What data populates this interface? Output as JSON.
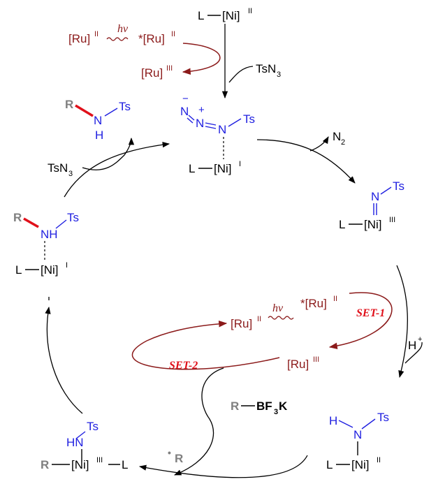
{
  "top": {
    "catalyst": "L—[Ni]II",
    "ni_label": "L",
    "ni_core": "[Ni]",
    "ni_ox": "II",
    "reagent": "TsN3",
    "reagent_main": "TsN",
    "reagent_sub": "3",
    "ru_left": "[Ru]",
    "ru_left_ox": "II",
    "hv": "hν",
    "ru_star": "*[Ru]",
    "ru_star_ox": "II",
    "ru_iii": "[Ru]",
    "ru_iii_ox": "III"
  },
  "azide_complex": {
    "n_minus": "N",
    "n_plus": "N",
    "n3": "N",
    "ts": "Ts",
    "ni_l": "L",
    "ni_core": "[Ni]",
    "ni_ox": "I"
  },
  "n2_release": {
    "label": "N",
    "sub": "2"
  },
  "imido_complex": {
    "n": "N",
    "ts": "Ts",
    "l": "L",
    "ni_core": "[Ni]",
    "ni_ox": "III"
  },
  "proton": {
    "label": "H",
    "sup": "+"
  },
  "amido_complex": {
    "h": "H",
    "n": "N",
    "ts": "Ts",
    "l": "L",
    "ni_core": "[Ni]",
    "ni_ox": "II"
  },
  "borate": {
    "r": "R",
    "bf3k_main": "BF",
    "bf3k_sub": "3",
    "bf3k_k": "K"
  },
  "radical": {
    "dot": "•",
    "r": "R"
  },
  "alkyl_complex": {
    "r": "R",
    "ni_core": "[Ni]",
    "ni_ox": "III",
    "l": "L",
    "hn": "HN",
    "ts": "Ts"
  },
  "coordinated_product": {
    "r": "R",
    "nh": "NH",
    "ts": "Ts",
    "l": "L",
    "ni_core": "[Ni]",
    "ni_ox": "I"
  },
  "left_reagent": {
    "main": "TsN",
    "sub": "3"
  },
  "product": {
    "r": "R",
    "n": "N",
    "h": "H",
    "ts": "Ts"
  },
  "photoredox": {
    "ru_ii": "[Ru]",
    "ru_ii_ox": "II",
    "hv": "hν",
    "ru_star": "*[Ru]",
    "ru_star_ox": "II",
    "ru_iii": "[Ru]",
    "ru_iii_ox": "III",
    "set1": "SET-1",
    "set2": "SET-2"
  },
  "colors": {
    "ruthenium": "#8b1a1a",
    "nitrogen_group": "#1f1fe0",
    "set_label": "#e0101a",
    "r_group": "#7f7f7f",
    "new_bond": "#e0101a"
  }
}
